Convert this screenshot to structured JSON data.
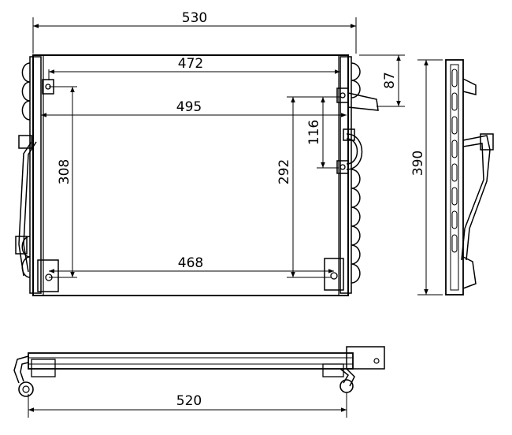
{
  "dimensions": {
    "width_overall": "530",
    "width_inner_top": "472",
    "width_mid": "495",
    "width_bottom": "468",
    "height_left": "308",
    "height_right": "292",
    "height_bracket_top": "87",
    "height_bracket_mid": "116",
    "height_overall": "390",
    "width_side_view": "520"
  },
  "colors": {
    "line": "#000000",
    "background": "#ffffff"
  }
}
